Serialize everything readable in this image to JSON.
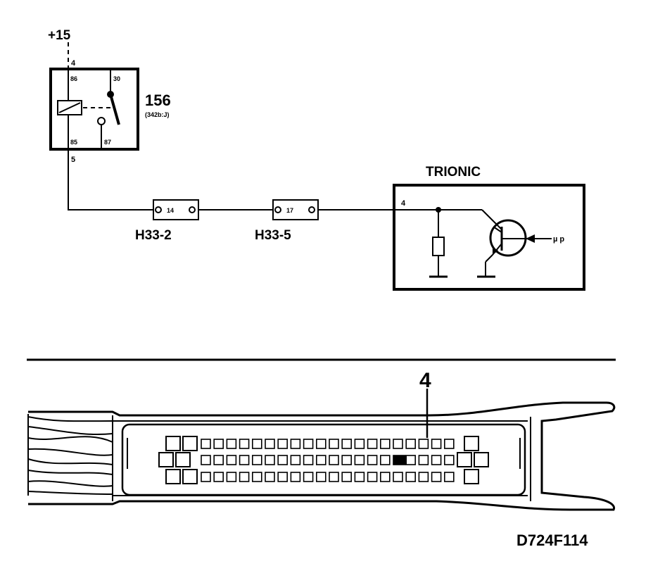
{
  "supply": {
    "label": "+15"
  },
  "relay": {
    "number": "156",
    "location": "(342b:J)",
    "pins": {
      "p86": "86",
      "p30": "30",
      "p85": "85",
      "p87": "87"
    },
    "wire_in": "4",
    "wire_out": "5"
  },
  "connectors": [
    {
      "pin": "14",
      "name": "H33-2"
    },
    {
      "pin": "17",
      "name": "H33-5"
    }
  ],
  "ecu": {
    "title": "TRIONIC",
    "pin": "4",
    "input_label": "µ p"
  },
  "connector_view": {
    "highlight_pin": "4",
    "row_pin_counts": [
      20,
      20,
      20
    ],
    "highlighted": {
      "row": 1,
      "index": 15
    }
  },
  "figure_id": "D724F114"
}
